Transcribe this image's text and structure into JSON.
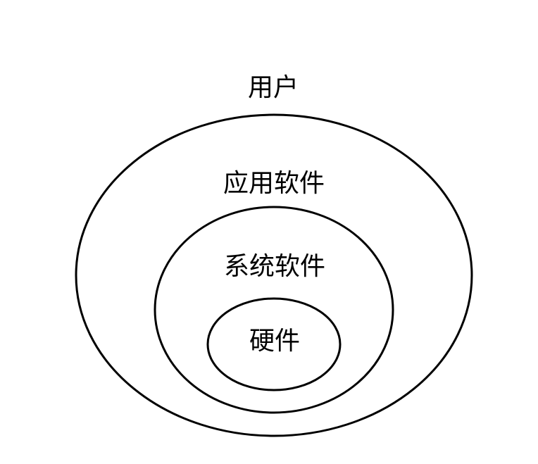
{
  "diagram": {
    "labels": {
      "user": "用户",
      "application_software": "应用软件",
      "system_software": "系统软件",
      "hardware": "硬件"
    },
    "colors": {
      "background": "#ffffff",
      "stroke": "#000000",
      "text": "#000000"
    }
  }
}
